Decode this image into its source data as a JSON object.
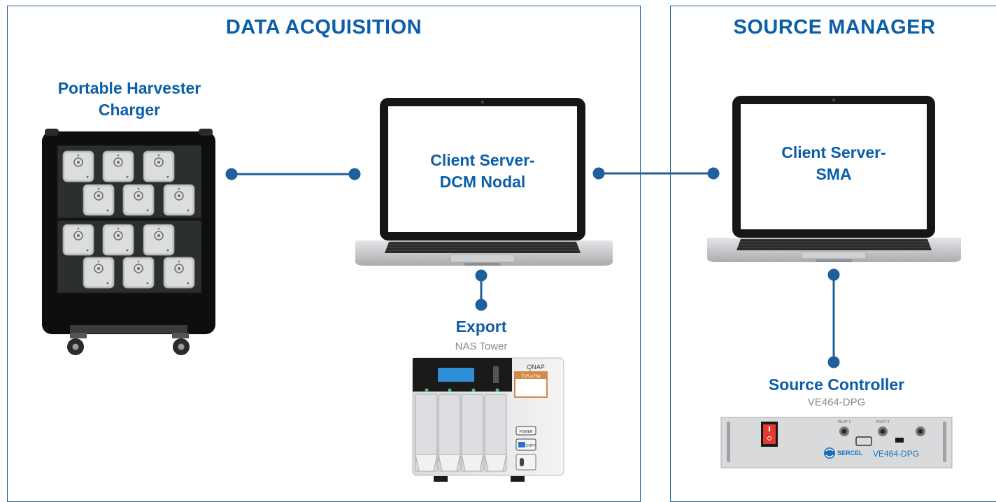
{
  "panels": {
    "acquisition": {
      "title": "DATA ACQUISITION"
    },
    "source": {
      "title": "SOURCE MANAGER"
    }
  },
  "nodes": {
    "charger": {
      "line1": "Portable Harvester",
      "line2": "Charger"
    },
    "dcm": {
      "line1": "Client Server-",
      "line2": "DCM Nodal"
    },
    "sma": {
      "line1": "Client Server-",
      "line2": "SMA"
    },
    "export": {
      "title": "Export",
      "subtitle": "NAS Tower"
    },
    "controller": {
      "title": "Source Controller",
      "subtitle": "VE464-DPG"
    }
  },
  "devices": {
    "nas": {
      "brand": "QNAP",
      "model": "TVS-x73e",
      "power_label": "POWER",
      "copy_label": "COPY"
    },
    "dpg": {
      "brand": "SERCEL",
      "model": "VE464-DPG",
      "pilot1": "PILOT 1",
      "pilot2": "PILOT 2"
    }
  },
  "colors": {
    "accent": "#0b5ea8",
    "border": "#1f5f9b",
    "connector": "#1f5f9b"
  },
  "icons": [
    "laptop-icon",
    "charger-cabinet-icon",
    "nas-tower-icon",
    "source-controller-icon"
  ]
}
